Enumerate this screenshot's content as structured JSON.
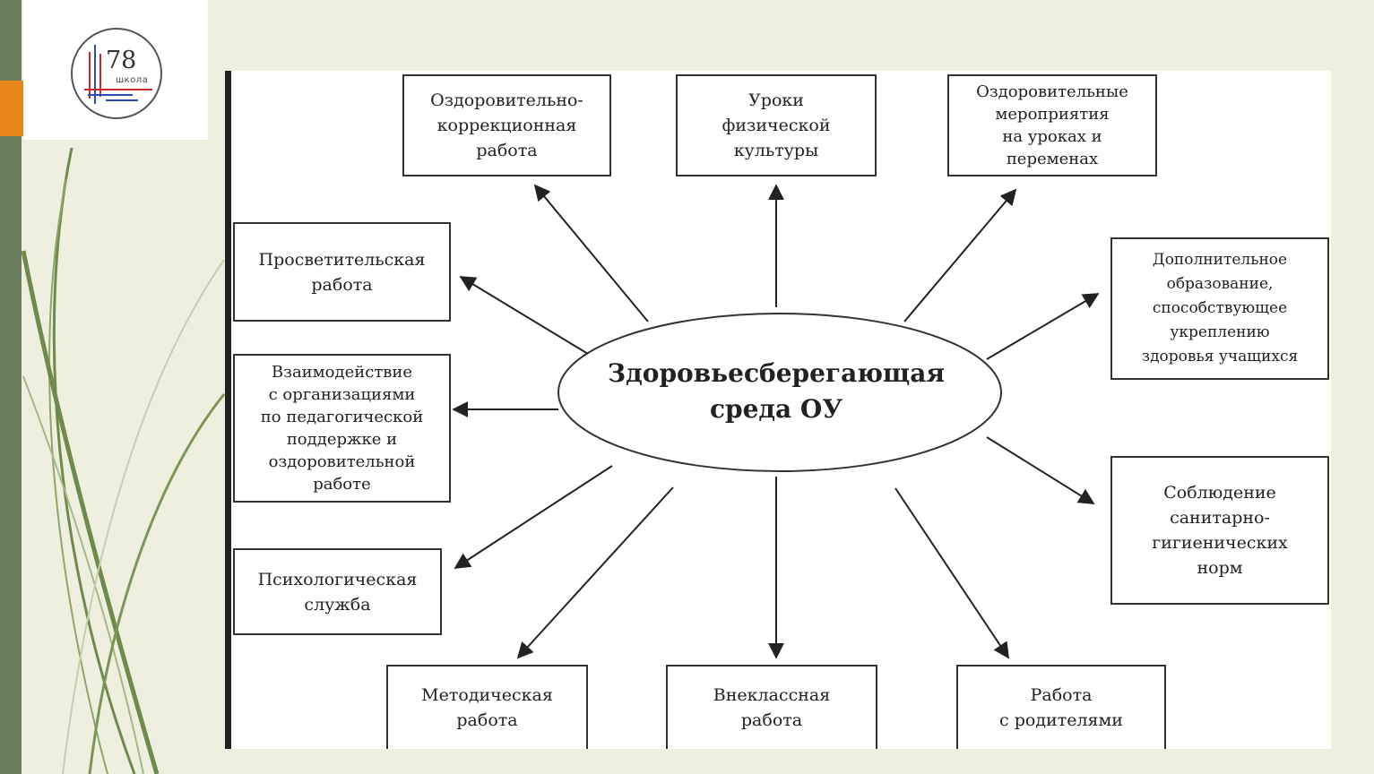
{
  "logo": {
    "number": "78",
    "word": "школа"
  },
  "diagram": {
    "center": "Здоровьесберегающая\nсреда ОУ",
    "nodes": {
      "top_left": "Оздоровительно-\nкоррекционная\nработа",
      "top_center": "Уроки\nфизической\nкультуры",
      "top_right": "Оздоровительные\nмероприятия\nна уроках и\nпеременах",
      "left_upper": "Просветительская\nработа",
      "left_middle": "Взаимодействие\nс организациями\nпо педагогической\nподдержке и\nоздоровительной\nработе",
      "left_lower": "Психологическая\nслужба",
      "right_upper": "Дополнительное\nобразование,\nспособствующее\nукреплению\nздоровья учащихся",
      "right_lower": "Соблюдение\nсанитарно-\nгигиенических\nнорм",
      "bottom_left": "Методическая\nработа",
      "bottom_center": "Внеклассная\nработа",
      "bottom_right": "Работа\nс родителями"
    }
  },
  "colors": {
    "accent": "#e8861a",
    "sidebar": "#6a7d5a",
    "background": "#efefe0",
    "line": "#222222"
  }
}
